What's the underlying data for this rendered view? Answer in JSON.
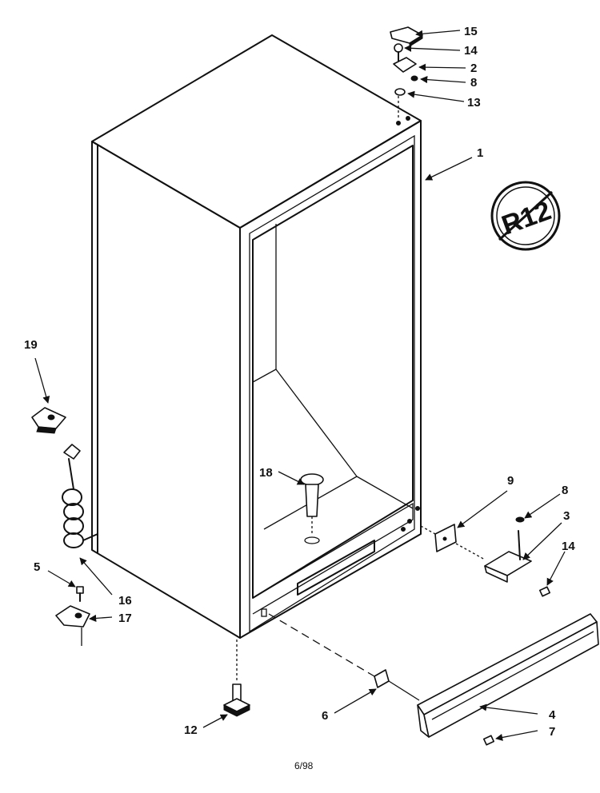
{
  "callouts": {
    "c15": "15",
    "c14a": "14",
    "c2": "2",
    "c8a": "8",
    "c13": "13",
    "c1": "1",
    "c19": "19",
    "c18": "18",
    "c9": "9",
    "c8b": "8",
    "c3": "3",
    "c14b": "14",
    "c5": "5",
    "c16": "16",
    "c17": "17",
    "c6": "6",
    "c4": "4",
    "c7": "7",
    "c12": "12"
  },
  "badge": {
    "text": "R12"
  },
  "footer": {
    "code": "6/98"
  }
}
